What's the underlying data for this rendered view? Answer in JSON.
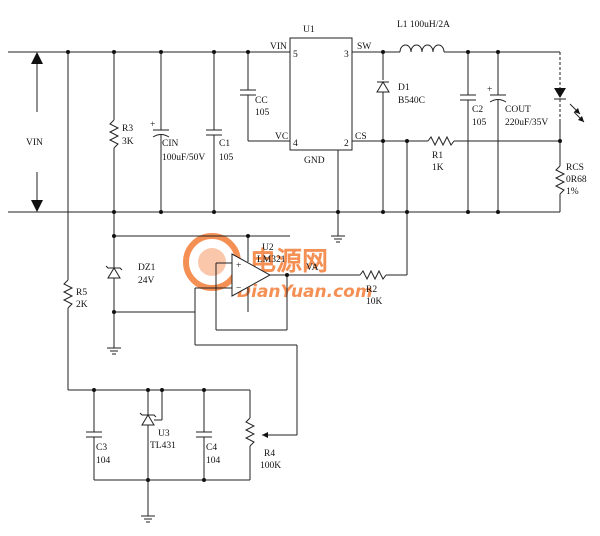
{
  "labels": {
    "vin": "VIN",
    "u1_ref": "U1",
    "u1_vin": "VIN",
    "u1_vin_pin": "5",
    "u1_sw": "SW",
    "u1_sw_pin": "3",
    "u1_vc": "VC",
    "u1_vc_pin": "4",
    "u1_cs": "CS",
    "u1_cs_pin": "2",
    "u1_gnd": "GND",
    "l1": "L1 100uH/2A",
    "d1_ref": "D1",
    "d1_val": "B540C",
    "cc_ref": "CC",
    "cc_val": "105",
    "r3_ref": "R3",
    "r3_val": "3K",
    "cin_ref": "CIN",
    "cin_val": "100uF/50V",
    "c1_ref": "C1",
    "c1_val": "105",
    "c2_ref": "C2",
    "c2_val": "105",
    "cout_ref": "COUT",
    "cout_val": "220uF/35V",
    "r1_ref": "R1",
    "r1_val": "1K",
    "rcs_ref": "RCS",
    "rcs_val": "0R68",
    "rcs_tol": "1%",
    "u2_ref": "U2",
    "u2_val": "LM321",
    "opamp_plus": "+",
    "opamp_minus": "−",
    "va": "VA",
    "dz1_ref": "DZ1",
    "dz1_val": "24V",
    "r2_ref": "R2",
    "r2_val": "10K",
    "r5_ref": "R5",
    "r5_val": "2K",
    "c3_ref": "C3",
    "c3_val": "104",
    "u3_ref": "U3",
    "u3_val": "TL431",
    "c4_ref": "C4",
    "c4_val": "104",
    "r4_ref": "R4",
    "r4_val": "100K"
  },
  "watermark": {
    "cn": "电源网",
    "en": "DianYuan.com"
  },
  "colors": {
    "wire": "#222222",
    "watermark": "#f26b1d"
  }
}
